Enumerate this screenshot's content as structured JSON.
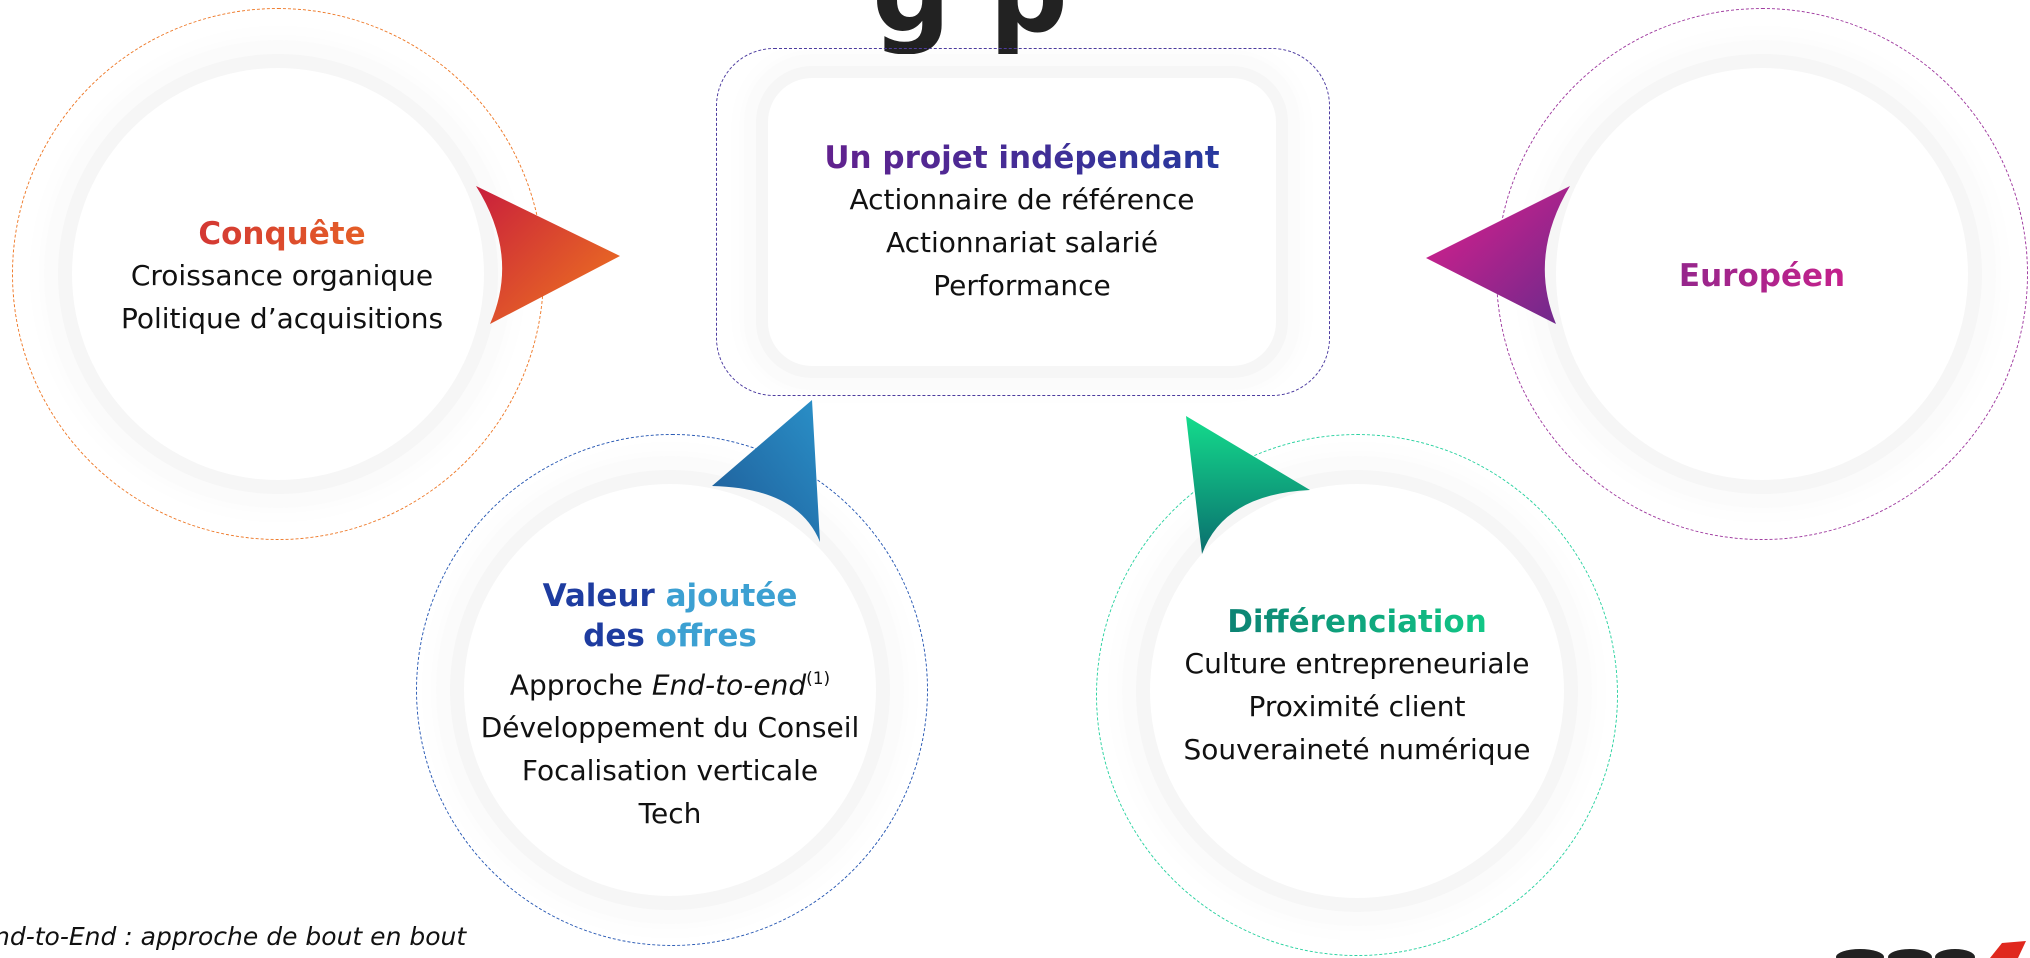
{
  "heading": {
    "partial_text": "g p"
  },
  "colors": {
    "conquete_start": "#c81e3c",
    "conquete_end": "#f0781e",
    "projet_start": "#6a1e8c",
    "projet_end": "#1e3ca0",
    "europeen_start": "#7a2a8c",
    "europeen_end": "#e01e8c",
    "valeur_start": "#1e3ca0",
    "valeur_end": "#3ca0d2",
    "diff_start": "#0a6e6e",
    "diff_end": "#14dc8c"
  },
  "nodes": {
    "conquete": {
      "title": "Conquête",
      "lines": [
        "Croissance organique",
        "Politique d’acquisitions"
      ]
    },
    "projet": {
      "title": "Un projet indépendant",
      "lines": [
        "Actionnaire de référence",
        "Actionnariat salarié",
        "Performance"
      ]
    },
    "europeen": {
      "title": "Européen"
    },
    "valeur": {
      "title_line1_a": "Valeur",
      "title_line1_b": "ajoutée",
      "title_line2_a": "des",
      "title_line2_b": "offres",
      "approche_prefix": "Approche",
      "approche_italic": "End-to-end",
      "approche_sup": "(1)",
      "lines": [
        "Développement du Conseil",
        "Focalisation verticale",
        "Tech"
      ]
    },
    "differenciation": {
      "title": "Différenciation",
      "lines": [
        "Culture entrepreneuriale",
        "Proximité client",
        "Souveraineté numérique"
      ]
    }
  },
  "footnote": "nd-to-End : approche de bout en bout",
  "arrows": [
    "arrow-right",
    "arrow-left",
    "arrow-up",
    "arrow-up"
  ]
}
